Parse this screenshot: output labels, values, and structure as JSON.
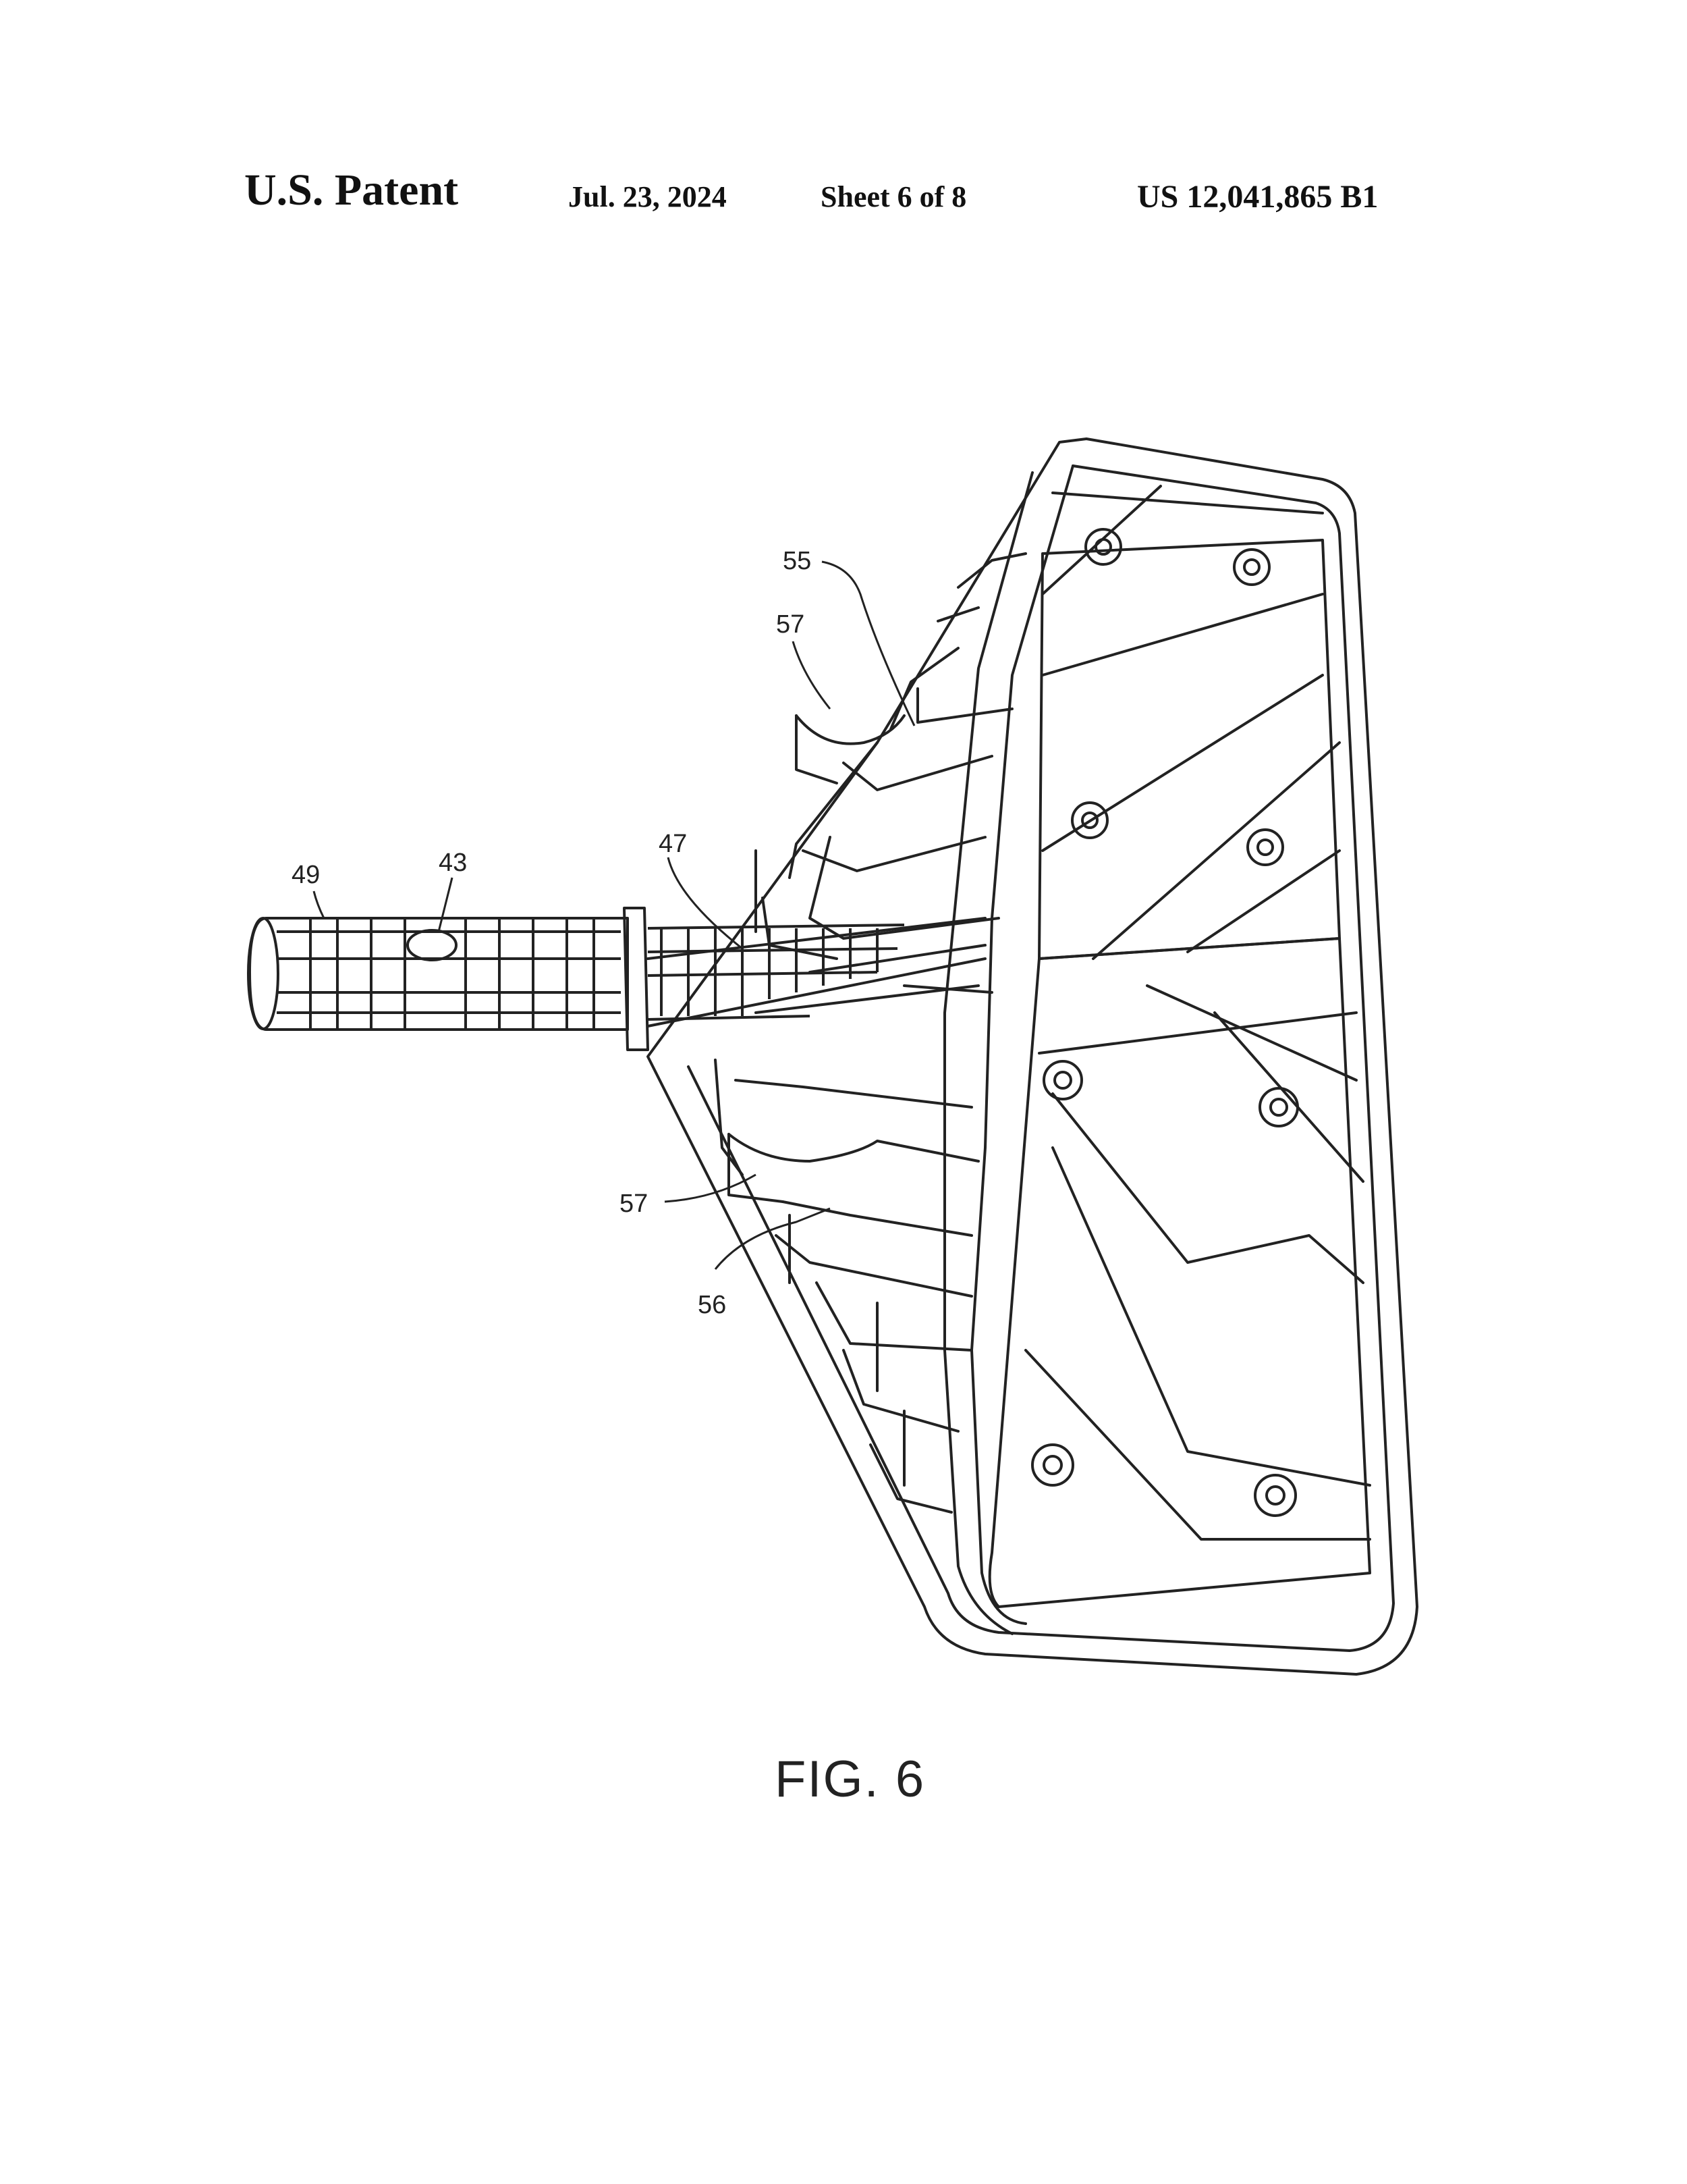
{
  "header": {
    "title": "U.S. Patent",
    "date": "Jul. 23, 2024",
    "sheet": "Sheet 6 of 8",
    "patent_number": "US 12,041,865 B1"
  },
  "figure": {
    "label": "FIG. 6",
    "reference_numerals": [
      "55",
      "57",
      "47",
      "49",
      "43",
      "57",
      "56"
    ]
  }
}
